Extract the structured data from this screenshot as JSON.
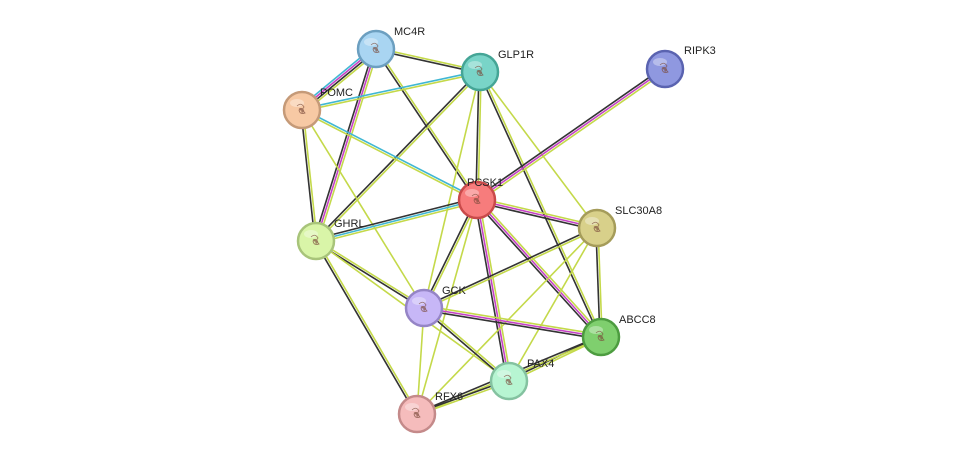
{
  "network": {
    "nodes": [
      {
        "id": "MC4R",
        "label": "MC4R",
        "fill": "#a9d5f2",
        "stroke": "#6c9fc0"
      },
      {
        "id": "GLP1R",
        "label": "GLP1R",
        "fill": "#79d4c8",
        "stroke": "#45a596"
      },
      {
        "id": "RIPK3",
        "label": "RIPK3",
        "fill": "#8f98e0",
        "stroke": "#5a63b0"
      },
      {
        "id": "POMC",
        "label": "POMC",
        "fill": "#f7c9a4",
        "stroke": "#c59a78"
      },
      {
        "id": "PCSK1",
        "label": "PCSK1",
        "fill": "#f77c7c",
        "stroke": "#c94a4a"
      },
      {
        "id": "SLC30A8",
        "label": "SLC30A8",
        "fill": "#d8d08a",
        "stroke": "#a59c5a"
      },
      {
        "id": "GHRL",
        "label": "GHRL",
        "fill": "#d9f5a8",
        "stroke": "#a8c47a"
      },
      {
        "id": "GCK",
        "label": "GCK",
        "fill": "#c7b7f7",
        "stroke": "#9585c6"
      },
      {
        "id": "ABCC8",
        "label": "ABCC8",
        "fill": "#7fcf6e",
        "stroke": "#4d9c40"
      },
      {
        "id": "PAX4",
        "label": "PAX4",
        "fill": "#b7f5d2",
        "stroke": "#84c2a0"
      },
      {
        "id": "RFX6",
        "label": "RFX6",
        "fill": "#f5bcbc",
        "stroke": "#c48a8a"
      }
    ],
    "edge_colors": {
      "textmining": "#c4d94a",
      "coexpression": "#333333",
      "experiments": "#c542c5",
      "databases": "#40b7d3"
    },
    "edges": [
      {
        "source": "MC4R",
        "target": "POMC",
        "types": [
          "textmining",
          "coexpression",
          "experiments",
          "databases"
        ]
      },
      {
        "source": "MC4R",
        "target": "GLP1R",
        "types": [
          "textmining",
          "coexpression"
        ]
      },
      {
        "source": "MC4R",
        "target": "PCSK1",
        "types": [
          "textmining",
          "coexpression"
        ]
      },
      {
        "source": "MC4R",
        "target": "GHRL",
        "types": [
          "textmining",
          "experiments",
          "coexpression"
        ]
      },
      {
        "source": "GLP1R",
        "target": "POMC",
        "types": [
          "textmining",
          "databases"
        ]
      },
      {
        "source": "GLP1R",
        "target": "PCSK1",
        "types": [
          "textmining",
          "coexpression"
        ]
      },
      {
        "source": "GLP1R",
        "target": "GHRL",
        "types": [
          "textmining",
          "coexpression"
        ]
      },
      {
        "source": "GLP1R",
        "target": "ABCC8",
        "types": [
          "textmining",
          "coexpression"
        ]
      },
      {
        "source": "GLP1R",
        "target": "SLC30A8",
        "types": [
          "textmining"
        ]
      },
      {
        "source": "GLP1R",
        "target": "GCK",
        "types": [
          "textmining"
        ]
      },
      {
        "source": "RIPK3",
        "target": "PCSK1",
        "types": [
          "textmining",
          "experiments",
          "coexpression"
        ]
      },
      {
        "source": "POMC",
        "target": "PCSK1",
        "types": [
          "databases",
          "textmining"
        ]
      },
      {
        "source": "POMC",
        "target": "GHRL",
        "types": [
          "textmining",
          "coexpression"
        ]
      },
      {
        "source": "POMC",
        "target": "GCK",
        "types": [
          "textmining"
        ]
      },
      {
        "source": "PCSK1",
        "target": "SLC30A8",
        "types": [
          "textmining",
          "experiments",
          "coexpression"
        ]
      },
      {
        "source": "PCSK1",
        "target": "GHRL",
        "types": [
          "textmining",
          "databases",
          "coexpression"
        ]
      },
      {
        "source": "PCSK1",
        "target": "GCK",
        "types": [
          "textmining",
          "coexpression"
        ]
      },
      {
        "source": "PCSK1",
        "target": "ABCC8",
        "types": [
          "textmining",
          "experiments",
          "coexpression"
        ]
      },
      {
        "source": "PCSK1",
        "target": "PAX4",
        "types": [
          "textmining",
          "experiments",
          "coexpression"
        ]
      },
      {
        "source": "PCSK1",
        "target": "RFX6",
        "types": [
          "textmining"
        ]
      },
      {
        "source": "SLC30A8",
        "target": "GCK",
        "types": [
          "textmining",
          "coexpression"
        ]
      },
      {
        "source": "SLC30A8",
        "target": "ABCC8",
        "types": [
          "textmining",
          "coexpression"
        ]
      },
      {
        "source": "SLC30A8",
        "target": "PAX4",
        "types": [
          "textmining"
        ]
      },
      {
        "source": "SLC30A8",
        "target": "RFX6",
        "types": [
          "textmining"
        ]
      },
      {
        "source": "GHRL",
        "target": "GCK",
        "types": [
          "textmining",
          "coexpression"
        ]
      },
      {
        "source": "GHRL",
        "target": "RFX6",
        "types": [
          "textmining",
          "coexpression"
        ]
      },
      {
        "source": "GHRL",
        "target": "PAX4",
        "types": [
          "textmining"
        ]
      },
      {
        "source": "GCK",
        "target": "ABCC8",
        "types": [
          "textmining",
          "experiments",
          "coexpression"
        ]
      },
      {
        "source": "GCK",
        "target": "PAX4",
        "types": [
          "textmining",
          "coexpression"
        ]
      },
      {
        "source": "GCK",
        "target": "RFX6",
        "types": [
          "textmining"
        ]
      },
      {
        "source": "ABCC8",
        "target": "PAX4",
        "types": [
          "textmining",
          "coexpression"
        ]
      },
      {
        "source": "ABCC8",
        "target": "RFX6",
        "types": [
          "textmining",
          "coexpression"
        ]
      },
      {
        "source": "PAX4",
        "target": "RFX6",
        "types": [
          "textmining",
          "coexpression"
        ]
      }
    ]
  }
}
